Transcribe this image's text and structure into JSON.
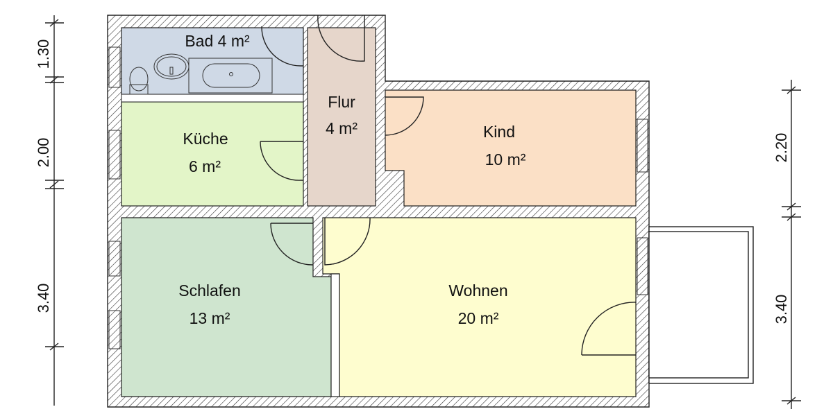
{
  "plan": {
    "rooms": [
      {
        "id": "bad",
        "name": "Bad",
        "area": "4 m²",
        "label": "Bad 4 m²",
        "color": "#cfd9e6"
      },
      {
        "id": "flur",
        "name": "Flur",
        "area": "4 m²",
        "color": "#e6d6cb"
      },
      {
        "id": "kueche",
        "name": "Küche",
        "area": "6 m²",
        "color": "#e3f5c8"
      },
      {
        "id": "kind",
        "name": "Kind",
        "area": "10 m²",
        "color": "#fbe0c6"
      },
      {
        "id": "schlafen",
        "name": "Schlafen",
        "area": "13 m²",
        "color": "#cfe5cf"
      },
      {
        "id": "wohnen",
        "name": "Wohnen",
        "area": "20 m²",
        "color": "#fefdcf"
      }
    ],
    "dimensions": {
      "left": [
        "1.30",
        "2.00",
        "3.40"
      ],
      "right": [
        "2.20",
        "3.40"
      ]
    },
    "wall_color": "#222222",
    "background": "#ffffff"
  }
}
